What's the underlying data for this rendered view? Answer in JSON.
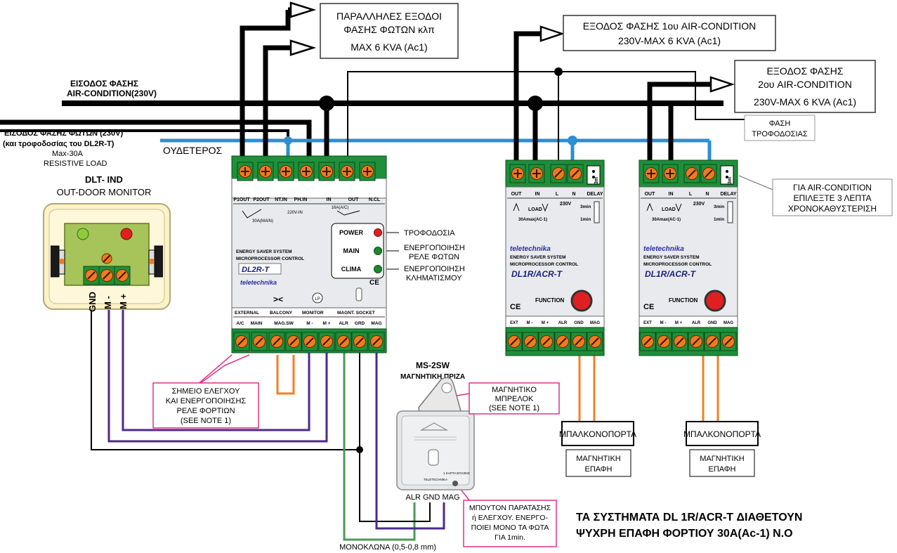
{
  "labels": {
    "parallel_title_1": "ΠΑΡΑΛΛΗΛΕΣ ΕΞΟΔΟΙ",
    "parallel_title_2": "ΦΑΣΗΣ ΦΩΤΩΝ κλπ",
    "parallel_max": "MAX 6 KVA (Ac1)",
    "out1_line1": "ΕΞΟΔΟΣ ΦΑΣΗΣ 1ου AIR-CONDITION",
    "out1_line2": "230V-MAX 6 KVA (Ac1)",
    "out2_line1": "ΕΞΟΔΟΣ ΦΑΣΗΣ",
    "out2_line2": "2ου AIR-CONDITION",
    "out2_line3": "230V-MAX 6 KVA (Ac1)",
    "supply_phase_1": "ΦΑΣΗ",
    "supply_phase_2": "ΤΡΟΦΟΔΟΣΙΑΣ",
    "ac_input_1": "ΕΙΣΟΔΟΣ ΦΑΣΗΣ",
    "ac_input_2": "AIR-CONDITION(230V)",
    "light_input_1": "ΕΙΣΟΔΟΣ ΦΑΣΗΣ ΦΩΤΩΝ (230V)",
    "light_input_2": "(και τροφοδοσίας του DL2R-T)",
    "light_input_3": "Max-30A",
    "light_input_4": "RESISTIVE LOAD",
    "neutral": "ΟΥΔΕΤΕΡΟΣ",
    "monitor_title": "DLT- IND",
    "monitor_subtitle": "OUT-DOOR MONITOR",
    "gnd": "GND",
    "m_minus": "M -",
    "m_plus": "M +",
    "power_desc": "ΤΡΟΦΟΔΟΣΙΑ",
    "main_desc_1": "ΕΝΕΡΓΟΠΟΙΗΣΗ",
    "main_desc_2": "ΡΕΛΕ ΦΩΤΩΝ",
    "clima_desc_1": "ΕΝΕΡΓΟΠΟΙΗΣΗ",
    "clima_desc_2": "ΚΛΗΜΑΤΙΣΜΟΥ",
    "delay_note_1": "ΓΙΑ AIR-CONDITION",
    "delay_note_2": "ΕΠΙΛΕΞΤΕ 3 ΛΕΠΤΑ",
    "delay_note_3": "ΧΡΟΝΟΚΑΘΥΣΤΕΡΙΣΗ",
    "control_1": "ΣΗΜΕΙΟ ΕΛΕΓΧΟΥ",
    "control_2": "ΚΑΙ ΕΝΕΡΓΟΠΟΙΗΣΗΣ",
    "control_3": "ΡΕΛΕ ΦΟΡΤΙΩΝ",
    "control_4": "(SEE NOTE 1)",
    "ms_title": "MS-2SW",
    "ms_subtitle": "ΜΑΓΝΗΤΙΚΗ ΠΡΙΖΑ",
    "keyring_1": "ΜΑΓΝΗΤΙΚΟ",
    "keyring_2": "ΜΠΡΕΛΟΚ",
    "keyring_3": "(SEE NOTE 1)",
    "socket_terms": "ALR GND MAG",
    "button_1": "ΜΠΟΥΤΟΝ ΠΑΡΑΤΑΣΗΣ",
    "button_2": "ή ΕΛΕΓΧΟΥ. ΕΝΕΡΓΟ-",
    "button_3": "ΠΟΙΕΙ ΜΟΝΟ ΤΑ ΦΩΤΑ",
    "button_4": "ΓΙΑ 1min.",
    "wire_note": "ΜΟΝΟΚΛΩΝΑ (0,5-0,8 mm)",
    "balcony_1": "ΜΠΑΛΚΟΝΟΠΟΡΤΑ",
    "contact_1a": "ΜΑΓΝΗΤΙΚΗ",
    "contact_1b": "ΕΠΑΦΗ",
    "balcony_2": "ΜΠΑΛΚΟΝΟΠΟΡΤΑ",
    "contact_2a": "ΜΑΓΝΗΤΙΚΗ",
    "contact_2b": "ΕΠΑΦΗ",
    "footer_1": "ΤΑ ΣΥΣΤΗΜΑΤΑ DL  1R/ACR-T ΔΙΑΘΕΤΟΥΝ",
    "footer_2": "ΨΥΧΡΗ ΕΠΑΦΗ ΦΟΡΤΙΟΥ 30A(Ac-1) Ν.Ο"
  },
  "dl2r": {
    "top_terms": [
      "P1OUT",
      "P2OUT",
      "NT.IN",
      "PH.IN",
      "IN",
      "OUT",
      "N.CL"
    ],
    "main_rating": "30A(MAIN)",
    "v220": "220V-IN",
    "ac_rating": "16A(A/C)",
    "power_led": "POWER",
    "main_led": "MAIN",
    "clima_led": "CLIMA",
    "line_a": "ENERGY SAVER SYSTEM",
    "line_b": "MICROPROCESSOR CONTROL",
    "model": "DL2R-T",
    "brand": "teletechnika",
    "ce": "CE",
    "lp": "LP",
    "groups": [
      "EXTERNAL",
      "BALCONY",
      "MONITOR",
      "MAGNT. SOCKET"
    ],
    "bottom_terms": [
      "A/C",
      "MAIN",
      "MAG.SW",
      "M -",
      "M +",
      "ALR",
      "GRD",
      "MAG"
    ]
  },
  "dl1r": {
    "top_terms": [
      "OUT",
      "IN",
      "L",
      "N",
      "DELAY"
    ],
    "v230": "230V",
    "load": "LOAD",
    "rating": "30Amax(AC-1)",
    "d3m": "3m",
    "d3min": "3min",
    "d1min": "1min",
    "brand": "teletechnika",
    "line_a": "ENERGY SAVER SYSTEM",
    "line_b": "MICROPROCESSOR CONTROL",
    "model": "DL1R/ACR-T",
    "ce": "CE",
    "function": "FUNCTION",
    "bottom_terms": [
      "EXT",
      "M -",
      "M +",
      "ALR",
      "GND",
      "MAG"
    ]
  },
  "socket_device": {
    "label": "TELETECHNIKA",
    "key": "T01",
    "badge": "1 ΚΑΡΤΑ ΕΠΑΦΗΣ"
  },
  "colors": {
    "neutral": "#2a8fd4",
    "wire": "#000000",
    "purple": "#4b2a8c",
    "green": "#4a9a55",
    "orange": "#f08020",
    "pink": "#e0308a",
    "terminal": "#1f8f3a",
    "led_red": "#e02020",
    "led_green": "#1a8a2a"
  }
}
